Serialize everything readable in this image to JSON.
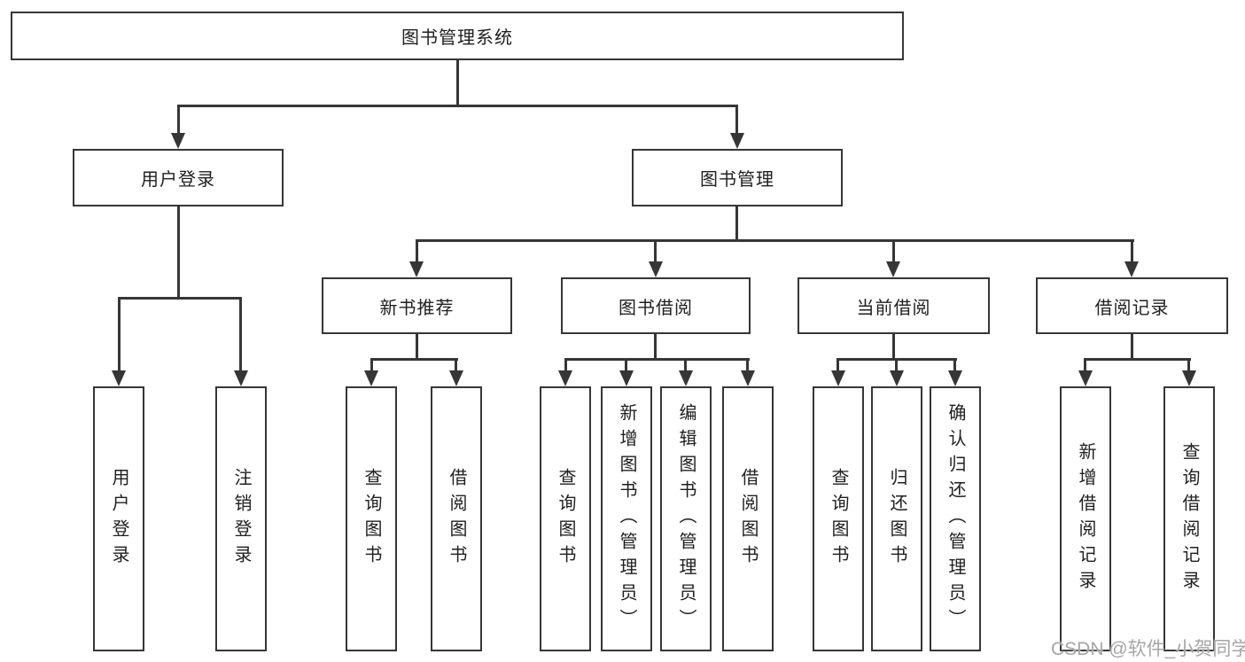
{
  "colors": {
    "line": "#363636",
    "text": "#1f1f1f",
    "watermark": "#a6a6a6",
    "background": "#ffffff"
  },
  "tree": {
    "root": "图书管理系统",
    "children": [
      {
        "label": "用户登录",
        "children": [
          {
            "label": "用户登录"
          },
          {
            "label": "注销登录"
          }
        ]
      },
      {
        "label": "图书管理",
        "children": [
          {
            "label": "新书推荐",
            "children": [
              {
                "label": "查询图书"
              },
              {
                "label": "借阅图书"
              }
            ]
          },
          {
            "label": "图书借阅",
            "children": [
              {
                "label": "查询图书"
              },
              {
                "label": "新增图书（管理员）"
              },
              {
                "label": "编辑图书（管理员）"
              },
              {
                "label": "借阅图书"
              }
            ]
          },
          {
            "label": "当前借阅",
            "children": [
              {
                "label": "查询图书"
              },
              {
                "label": "归还图书"
              },
              {
                "label": "确认归还（管理员）"
              }
            ]
          },
          {
            "label": "借阅记录",
            "children": [
              {
                "label": "新增借阅记录"
              },
              {
                "label": "查询借阅记录"
              }
            ]
          }
        ]
      }
    ]
  },
  "watermark": "CSDN @软件_小贺同学"
}
